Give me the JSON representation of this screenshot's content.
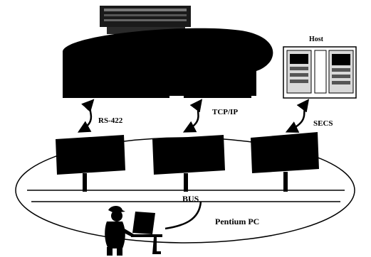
{
  "labels": {
    "host": "Host",
    "rs422": "RS-422",
    "tcpip": "TCP/IP",
    "secs": "SECS",
    "bus": "BUS",
    "pentium_pc": "Pentium PC"
  },
  "colors": {
    "ink": "#000000",
    "paper": "#ffffff",
    "host_panel": "#d9d9d9"
  }
}
